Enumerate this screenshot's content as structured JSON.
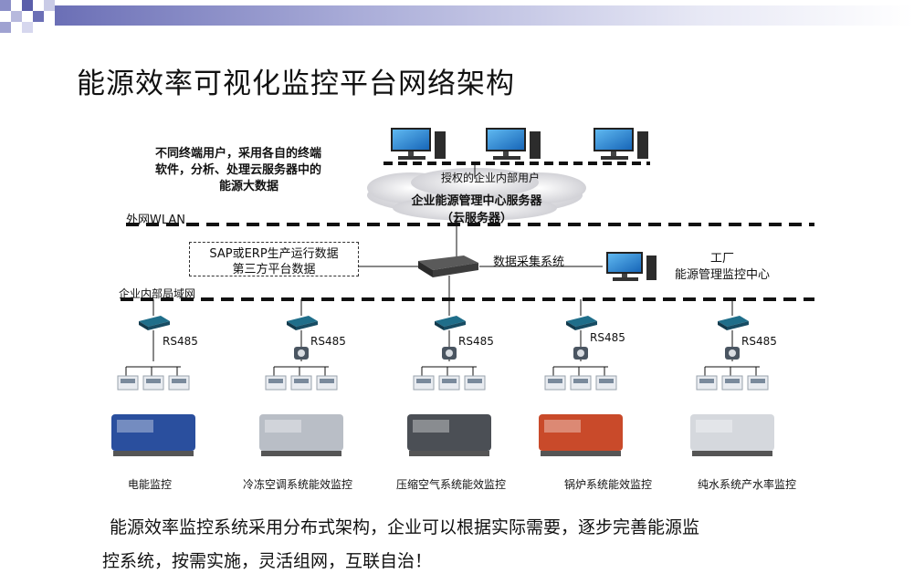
{
  "title": "能源效率可视化监控平台网络架构",
  "top_note": [
    "不同终端用户，采用各自的终端",
    "软件，分析、处理云服务器中的",
    "能源大数据"
  ],
  "authorized_users": "授权的企业内部用户",
  "cloud_server": [
    "企业能源管理中心服务器",
    "（云服务器）"
  ],
  "wan_label": "外网WLAN",
  "third_party": [
    "SAP或ERP生产运行数据",
    "第三方平台数据"
  ],
  "data_acquisition": "数据采集系统",
  "factory": [
    "工厂",
    "能源管理监控中心"
  ],
  "lan_label": "企业内部局域网",
  "rs485": "RS485",
  "subsystems": [
    "电能监控",
    "冷冻空调系统能效监控",
    "压缩空气系统能效监控",
    "锅炉系统能效监控",
    "纯水系统产水率监控"
  ],
  "bottom_text": [
    "能源效率监控系统采用分布式架构，企业可以根据实际需要，逐步完善能源监",
    "控系统，按需实施，灵活组网，互联自治！"
  ],
  "colors": {
    "accent": "#6b6fb6",
    "dash": "#111111"
  }
}
